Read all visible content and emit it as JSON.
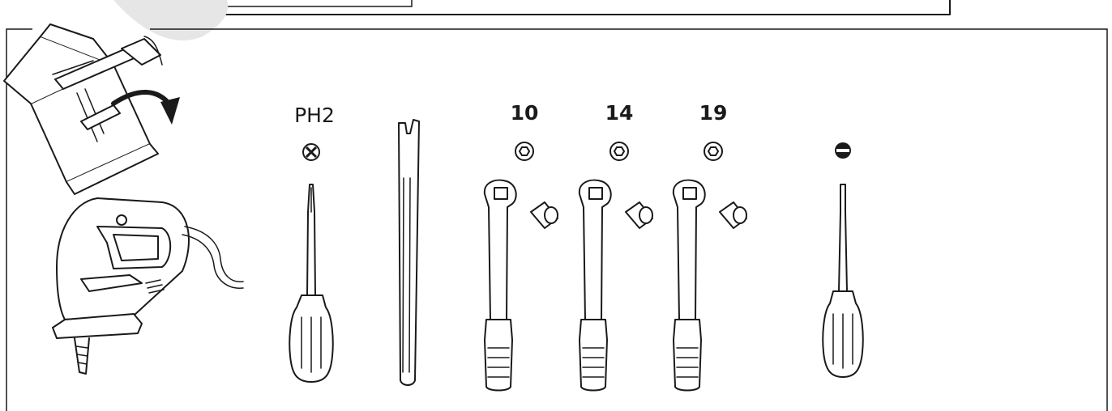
{
  "tools": [
    {
      "name": "phillips-screwdriver",
      "label": "PH2",
      "label_weight": "normal",
      "symbol": "phillips-head-icon"
    },
    {
      "name": "pry-tool",
      "label": "",
      "symbol": ""
    },
    {
      "name": "socket-wrench-10",
      "label": "10",
      "label_weight": "bold",
      "symbol": "hex-socket-icon"
    },
    {
      "name": "socket-wrench-14",
      "label": "14",
      "label_weight": "bold",
      "symbol": "hex-socket-icon"
    },
    {
      "name": "socket-wrench-19",
      "label": "19",
      "label_weight": "bold",
      "symbol": "hex-socket-icon"
    },
    {
      "name": "flathead-screwdriver",
      "label": "",
      "symbol": "slotted-head-icon"
    }
  ],
  "icons": [
    "toolbox-icon",
    "jigsaw-icon",
    "arrow-icon"
  ],
  "colors": {
    "line": "#1a1a1a",
    "background": "#ffffff",
    "watermark": "#e6e6e6"
  }
}
